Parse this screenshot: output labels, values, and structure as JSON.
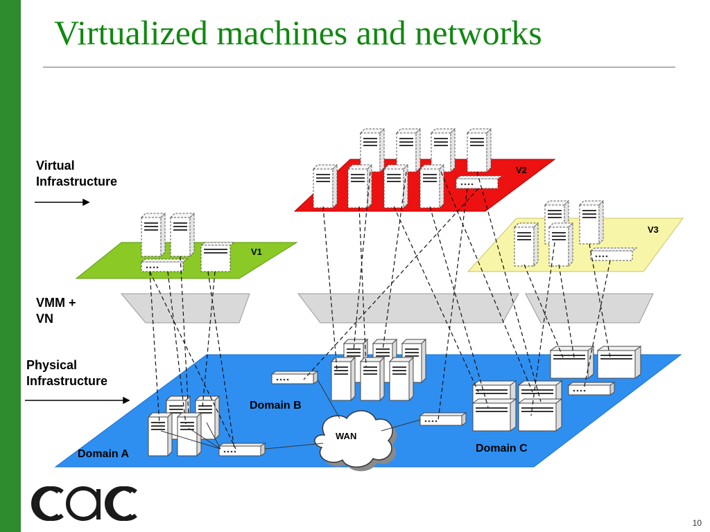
{
  "slide": {
    "title": "Virtualized machines and networks",
    "page_number": "10",
    "logo_text": "cac"
  },
  "labels": {
    "virtual": [
      "Virtual",
      "Infrastructure"
    ],
    "vmm": [
      "VMM +",
      "VN"
    ],
    "physical": [
      "Physical",
      "Infrastructure"
    ]
  },
  "layers": {
    "v1": "V1",
    "v2": "V2",
    "v3": "V3"
  },
  "domains": {
    "a": "Domain A",
    "b": "Domain B",
    "c": "Domain C",
    "wan": "WAN"
  },
  "colors": {
    "stripe": "#2e8b2e",
    "title": "#118811",
    "v1_plane": "#8ac926",
    "v2_plane": "#ee1111",
    "v3_plane": "#f7f5a8",
    "physical_plane": "#2f8ff0",
    "vmm_trapezoid": "#d9d9d9"
  }
}
